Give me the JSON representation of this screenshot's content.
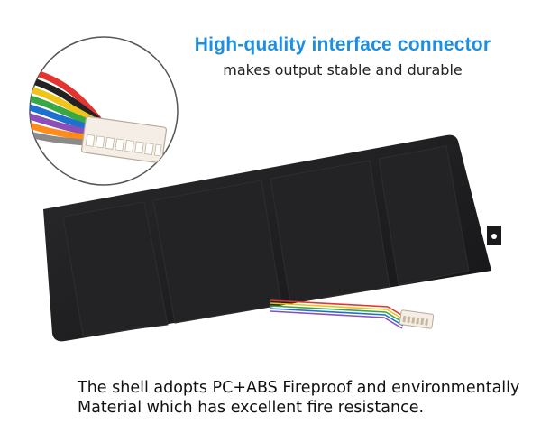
{
  "feature": {
    "title": "High-quality interface connector",
    "subtitle": "makes output stable and durable"
  },
  "caption": {
    "line1": "The shell adopts PC+ABS Fireproof and environmentally",
    "line2": "Material which has excellent fire resistance."
  },
  "colors": {
    "title": "#1e8fe0",
    "battery_shell": "#1f1f21",
    "connector_housing": "#f4eee6",
    "wire_colors": [
      "#e3342f",
      "#222222",
      "#f0c419",
      "#38a745",
      "#1f6fd0",
      "#8a4fb8",
      "#ff8c1a",
      "#8a8a8a"
    ]
  }
}
